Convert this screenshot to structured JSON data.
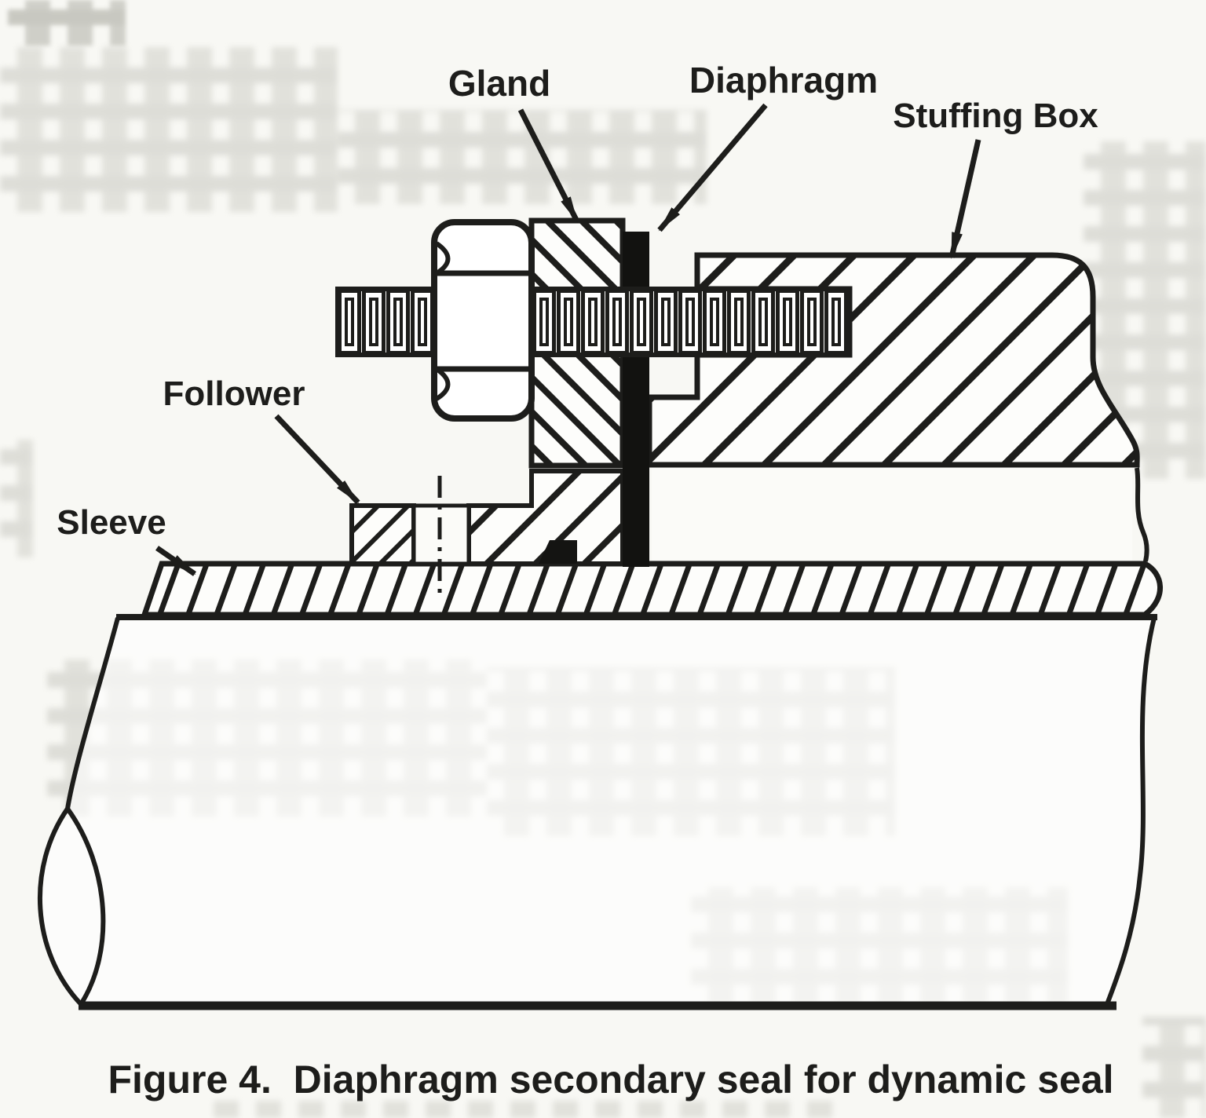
{
  "diagram": {
    "caption": "Figure 4.  Diaphragm secondary seal for dynamic seal",
    "labels": {
      "gland": "Gland",
      "diaphragm": "Diaphragm",
      "stuffing_box": "Stuffing Box",
      "follower": "Follower",
      "sleeve": "Sleeve"
    },
    "colors": {
      "ink": "#1d1d1b",
      "paper": "#f8f8f4",
      "diaphragm_fill": "#121210",
      "ghost_gray": "#a0a096"
    }
  }
}
